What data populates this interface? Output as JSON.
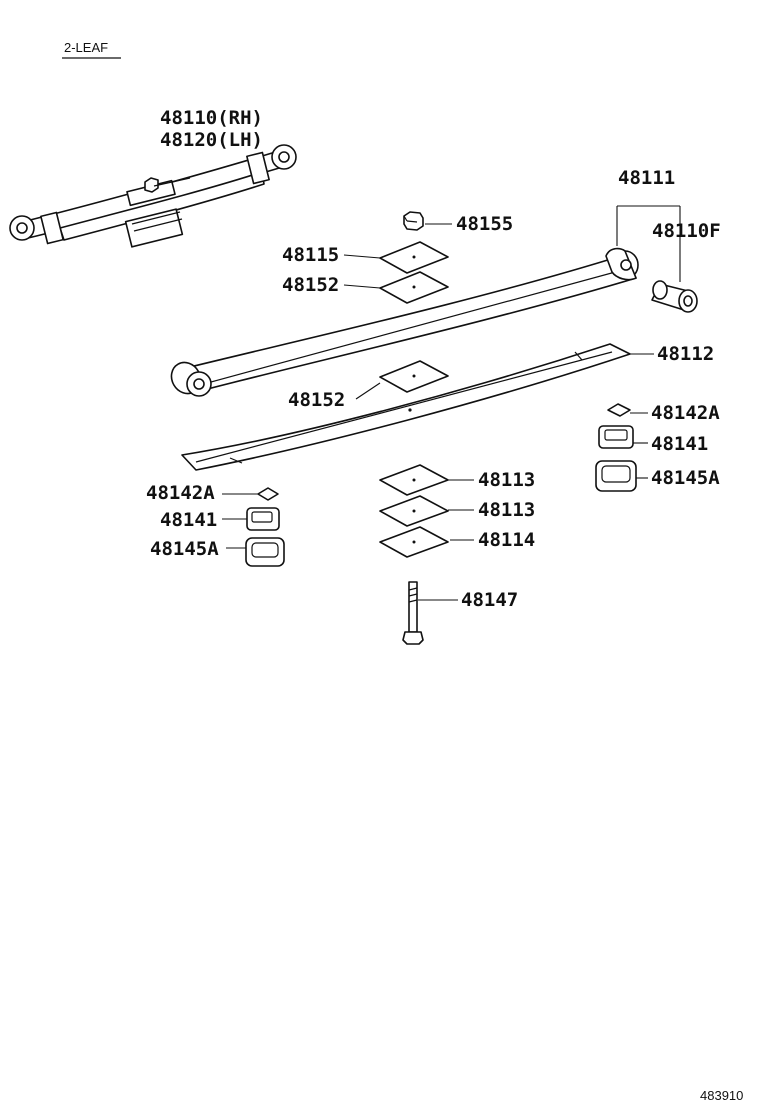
{
  "variant_label": "2-LEAF",
  "diagram_id": "483910",
  "callouts": {
    "spring_assy_rh": "48110(RH)",
    "spring_assy_lh": "48120(LH)",
    "leaf_no1": "48111",
    "bushing": "48110F",
    "nut": "48155",
    "plate_upper": "48115",
    "insulator_upper": "48152",
    "leaf_no2": "48112",
    "insulator_mid": "48152",
    "clip_insulator_r": "48142A",
    "clip_r": "48141",
    "clip_cover_r": "48145A",
    "clip_insulator_l": "48142A",
    "clip_l": "48141",
    "clip_cover_l": "48145A",
    "seat_1": "48113",
    "seat_2": "48113",
    "pad": "48114",
    "center_bolt": "48147"
  }
}
